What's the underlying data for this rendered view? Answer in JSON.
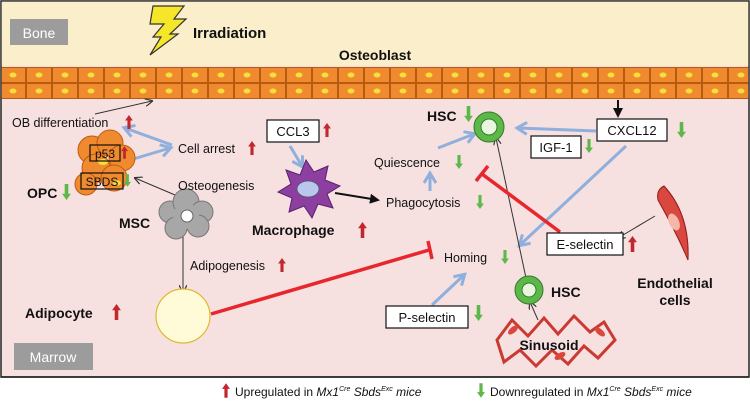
{
  "regions": {
    "bone": "Bone",
    "marrow": "Marrow"
  },
  "trigger": {
    "label": "Irradiation",
    "icon": "lightning-bolt-icon"
  },
  "cells": {
    "osteoblast": "Osteoblast",
    "opc": "OPC",
    "msc": "MSC",
    "macrophage": "Macrophage",
    "adipocyte": "Adipocyte",
    "hsc_top": "HSC",
    "hsc_bottom": "HSC",
    "sinusoid": "Sinusoid",
    "endothelial_line1": "Endothelial",
    "endothelial_line2": "cells"
  },
  "processes": {
    "ob_differentiation": "OB differentiation",
    "cell_arrest": "Cell arrest",
    "osteogenesis": "Osteogenesis",
    "adipogenesis": "Adipogenesis",
    "quiescence": "Quiescence",
    "phagocytosis": "Phagocytosis",
    "homing": "Homing"
  },
  "molecules": {
    "p53": "p53",
    "sbds": "SBDS",
    "ccl3": "CCL3",
    "igf1": "IGF-1",
    "cxcl12": "CXCL12",
    "e_selectin": "E-selectin",
    "p_selectin": "P-selectin"
  },
  "legend": {
    "up_text": "Upregulated in",
    "down_text": "Downregulated in",
    "mouse_base1": "Mx1",
    "mouse_sup1": "Cre",
    "mouse_base2": "Sbds",
    "mouse_sup2": "Exc",
    "mouse_suffix": "mice",
    "up_icon": "red-up-arrow-icon",
    "down_icon": "green-down-arrow-icon"
  },
  "colors": {
    "bone_bg": "#fbeecb",
    "marrow_bg": "#f7e0e0",
    "osteoblast_fill": "#f08a2e",
    "osteoblast_nucleus": "#f5df3a",
    "up_arrow": "#c1272d",
    "down_arrow": "#5cb848",
    "inhibition": "#e8262d",
    "blue_arrow": "#8fb0dc",
    "macrophage": "#8d3fa0",
    "msc": "#a7a7a7",
    "hsc": "#5cb848",
    "adipocyte": "#fffbd9",
    "endothelial": "#d9473f"
  }
}
